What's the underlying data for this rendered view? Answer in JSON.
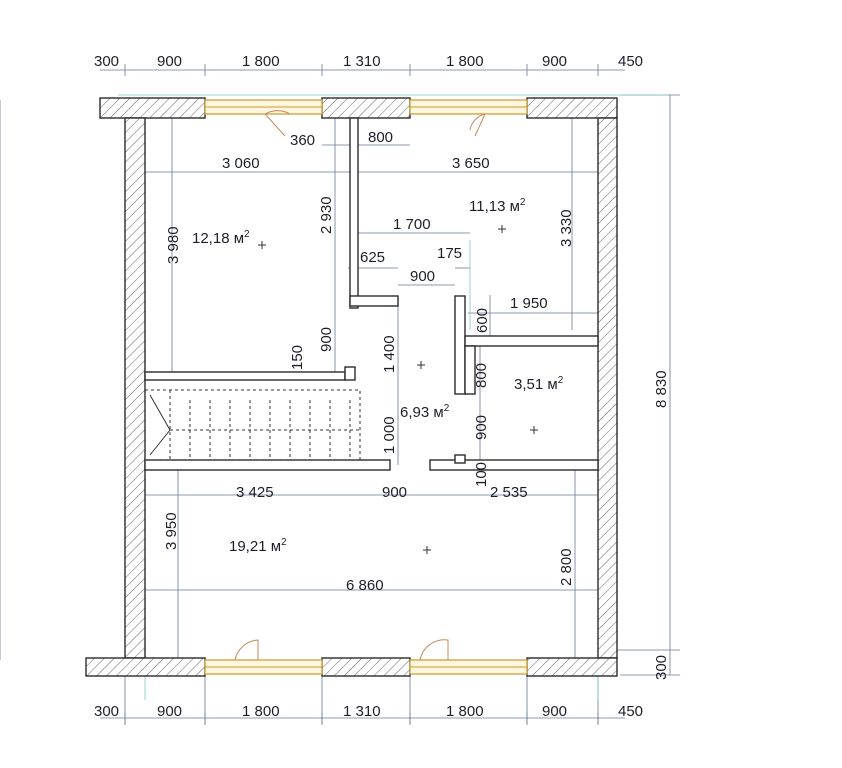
{
  "dimensions": {
    "top_chain": [
      "300",
      "900",
      "1 800",
      "1 310",
      "1 800",
      "900",
      "450"
    ],
    "bottom_chain": [
      "300",
      "900",
      "1 800",
      "1 310",
      "1 800",
      "900",
      "450"
    ],
    "overall_height": "8 830",
    "bottom_wall": "300",
    "room_dims": {
      "d_360": "360",
      "d_800": "800",
      "d_3060": "3 060",
      "d_3650": "3 650",
      "d_2930": "2 930",
      "d_3980": "3 980",
      "d_1700": "1 700",
      "d_3330": "3 330",
      "d_625": "625",
      "d_175": "175",
      "d_900_hall": "900",
      "d_1950": "1 950",
      "d_600": "600",
      "d_900_left": "900",
      "d_1400": "1 400",
      "d_150": "150",
      "d_800_bath": "800",
      "d_1000": "1 000",
      "d_900_bath": "900",
      "d_100": "100",
      "d_3425": "3 425",
      "d_900_mid": "900",
      "d_2535": "2 535",
      "d_3950": "3 950",
      "d_2800": "2 800",
      "d_6860": "6 860"
    }
  },
  "rooms": [
    {
      "id": "room-top-left",
      "area": "12,18 м",
      "sup": "2"
    },
    {
      "id": "room-top-right",
      "area": "11,13 м",
      "sup": "2"
    },
    {
      "id": "hall",
      "area": "6,93 м",
      "sup": "2"
    },
    {
      "id": "bathroom",
      "area": "3,51 м",
      "sup": "2"
    },
    {
      "id": "living",
      "area": "19,21 м",
      "sup": "2"
    }
  ],
  "colors": {
    "wall_stroke": "#2a2a2a",
    "dimension_line": "#6a7a96",
    "guide_line": "#7fc7c7",
    "window_frame": "#c99a2e",
    "text": "#1e1e2a"
  }
}
